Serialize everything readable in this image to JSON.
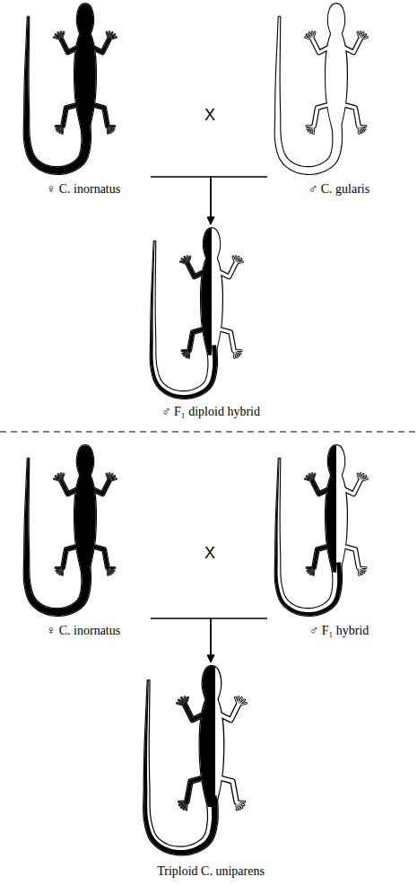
{
  "diagram": {
    "nodes": [
      {
        "text": [
          "♀ C. inornatus"
        ]
      },
      {
        "text": [
          "♂ C. gularis"
        ]
      },
      {
        "text": [
          "♂ F₁ diploid hybrid"
        ]
      },
      {
        "text": [
          "♀ C. inornatus"
        ]
      },
      {
        "text": [
          "♂ F₁ hybrid"
        ]
      },
      {
        "text": [
          "Triploid C. uniparens"
        ]
      }
    ],
    "edges": [
      {
        "from": 0,
        "to": 2,
        "arrow": "to"
      },
      {
        "from": 1,
        "to": 2,
        "arrow": "to"
      },
      {
        "from": 3,
        "to": 5,
        "arrow": "to"
      },
      {
        "from": 4,
        "to": 5,
        "arrow": "to"
      }
    ],
    "labels": [
      "X",
      "X"
    ]
  }
}
